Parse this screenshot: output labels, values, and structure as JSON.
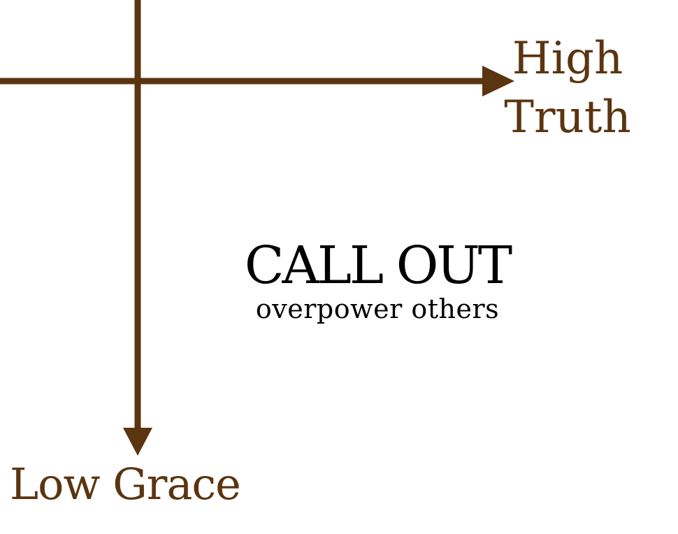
{
  "colors": {
    "axis": "#5a3510",
    "axis_label": "#5a3510",
    "quadrant_text": "#000000",
    "background": "#ffffff"
  },
  "axes": {
    "x_label_line1": "High",
    "x_label_line2": "Truth",
    "y_label": "Low Grace"
  },
  "quadrant": {
    "title": "CALL OUT",
    "subtitle": "overpower others"
  }
}
